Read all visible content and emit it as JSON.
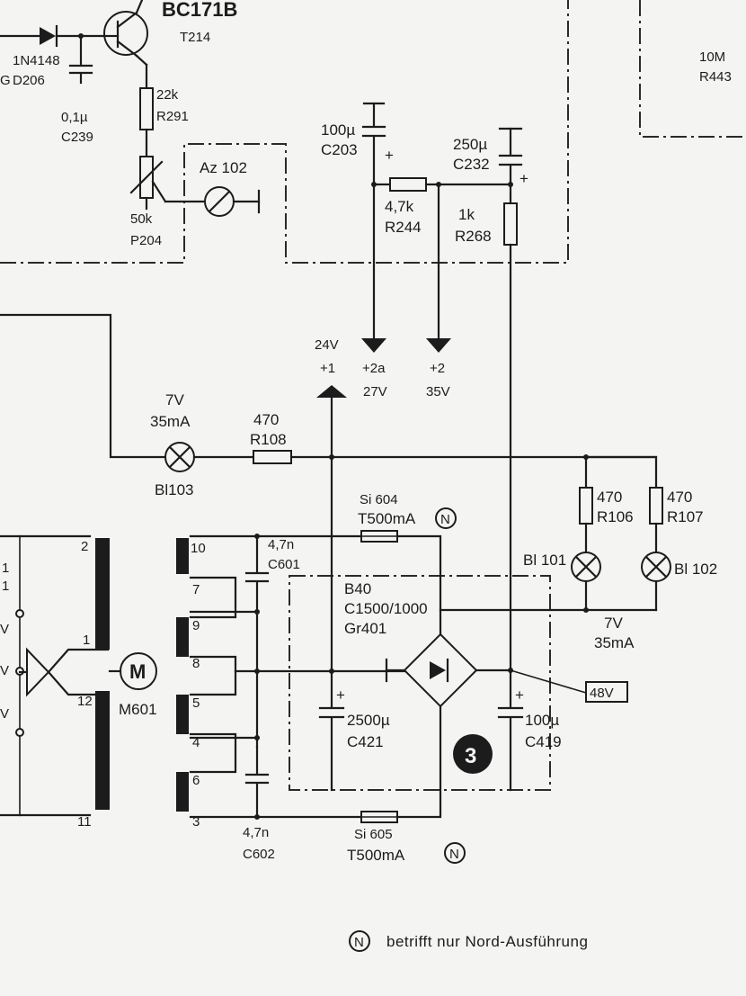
{
  "transistor": {
    "type": "BC171B",
    "ref": "T214"
  },
  "diode": {
    "type": "1N4148",
    "ref": "D206"
  },
  "c239": {
    "value": "0,1µ",
    "ref": "C239"
  },
  "r291": {
    "value": "22k",
    "ref": "R291"
  },
  "p204": {
    "value": "50k",
    "ref": "P204"
  },
  "meter": {
    "ref": "Az 102"
  },
  "r443": {
    "value": "10M",
    "ref": "R443"
  },
  "c203": {
    "value": "100µ",
    "ref": "C203"
  },
  "c232": {
    "value": "250µ",
    "ref": "C232"
  },
  "r244": {
    "value": "4,7k",
    "ref": "R244"
  },
  "r268": {
    "value": "1k",
    "ref": "R268"
  },
  "rails": {
    "r1": {
      "id": "+1",
      "voltage": "24V"
    },
    "r2a": {
      "id": "+2a",
      "voltage": "27V"
    },
    "r2": {
      "id": "+2",
      "voltage": "35V"
    }
  },
  "bl103": {
    "rating_v": "7V",
    "rating_i": "35mA",
    "ref": "Bl103"
  },
  "r108": {
    "value": "470",
    "ref": "R108"
  },
  "si604": {
    "ref": "Si 604",
    "rating": "T500mA"
  },
  "si605": {
    "ref": "Si 605",
    "rating": "T500mA"
  },
  "nord_mark": "N",
  "r106": {
    "value": "470",
    "ref": "R106"
  },
  "r107": {
    "value": "470",
    "ref": "R107"
  },
  "bl101": {
    "ref": "Bl 101"
  },
  "bl102": {
    "ref": "Bl 102"
  },
  "lamp_rating": {
    "v": "7V",
    "i": "35mA"
  },
  "c601": {
    "value": "4,7n",
    "ref": "C601"
  },
  "c602": {
    "value": "4,7n",
    "ref": "C602"
  },
  "rectifier": {
    "type": "B40",
    "rating": "C1500/1000",
    "ref": "Gr401"
  },
  "c421": {
    "value": "2500µ",
    "ref": "C421"
  },
  "c419": {
    "value": "100µ",
    "ref": "C419"
  },
  "test_voltage": "48V",
  "module_number": "3",
  "motor": {
    "symbol": "M",
    "ref": "M601"
  },
  "winding_pins": [
    "2",
    "1",
    "12",
    "11"
  ],
  "tap_pins": [
    "10",
    "7",
    "9",
    "8",
    "5",
    "4",
    "6",
    "3"
  ],
  "left_edge_labels": {
    "g": "G",
    "v1": "V",
    "v2": "V",
    "v3": "V",
    "one_a": "1",
    "one_b": "1"
  },
  "footnote": {
    "mark": "N",
    "text": "betrifft nur Nord-Ausführung"
  }
}
